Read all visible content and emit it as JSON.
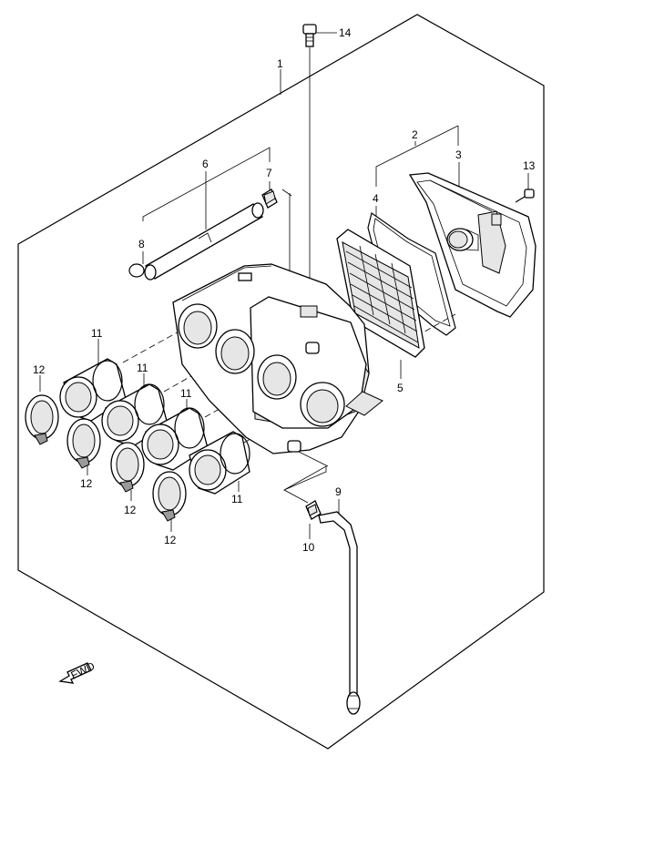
{
  "diagram": {
    "callouts": [
      {
        "id": "c1",
        "text": "1"
      },
      {
        "id": "c2",
        "text": "2"
      },
      {
        "id": "c3",
        "text": "3"
      },
      {
        "id": "c4",
        "text": "4"
      },
      {
        "id": "c5",
        "text": "5"
      },
      {
        "id": "c6",
        "text": "6"
      },
      {
        "id": "c7",
        "text": "7"
      },
      {
        "id": "c8",
        "text": "8"
      },
      {
        "id": "c9",
        "text": "9"
      },
      {
        "id": "c10",
        "text": "10"
      },
      {
        "id": "c11a",
        "text": "11"
      },
      {
        "id": "c11b",
        "text": "11"
      },
      {
        "id": "c11c",
        "text": "11"
      },
      {
        "id": "c11d",
        "text": "11"
      },
      {
        "id": "c12a",
        "text": "12"
      },
      {
        "id": "c12b",
        "text": "12"
      },
      {
        "id": "c12c",
        "text": "12"
      },
      {
        "id": "c12d",
        "text": "12"
      },
      {
        "id": "c13",
        "text": "13"
      },
      {
        "id": "c14",
        "text": "14"
      }
    ],
    "fwd_label": "FWD"
  }
}
